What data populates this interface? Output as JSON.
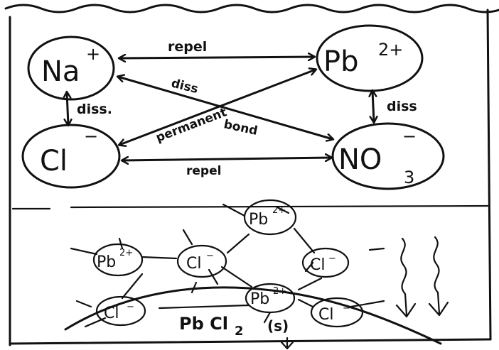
{
  "ions": {
    "na": {
      "symbol": "Na",
      "charge": "+"
    },
    "pb": {
      "symbol": "Pb",
      "charge": "2+"
    },
    "cl": {
      "symbol": "Cl",
      "charge": "−"
    },
    "no3": {
      "symbol": "NO",
      "subscript": "3",
      "charge": "−"
    }
  },
  "relations": {
    "na_pb": "repel",
    "cl_no3": "repel",
    "na_cl": "diss.",
    "pb_no3": "diss",
    "na_no3": "diss",
    "cl_pb_line1": "permanent",
    "cl_pb_line2": "bond"
  },
  "lattice": {
    "pb_symbol": "Pb",
    "pb_charge": "2+",
    "cl_symbol": "Cl",
    "cl_charge": "−"
  },
  "precipitate": {
    "formula": "Pb Cl",
    "subscript": "2",
    "state": "(s)"
  },
  "colors": {
    "ink": "#111111",
    "paper": "#ffffff"
  }
}
